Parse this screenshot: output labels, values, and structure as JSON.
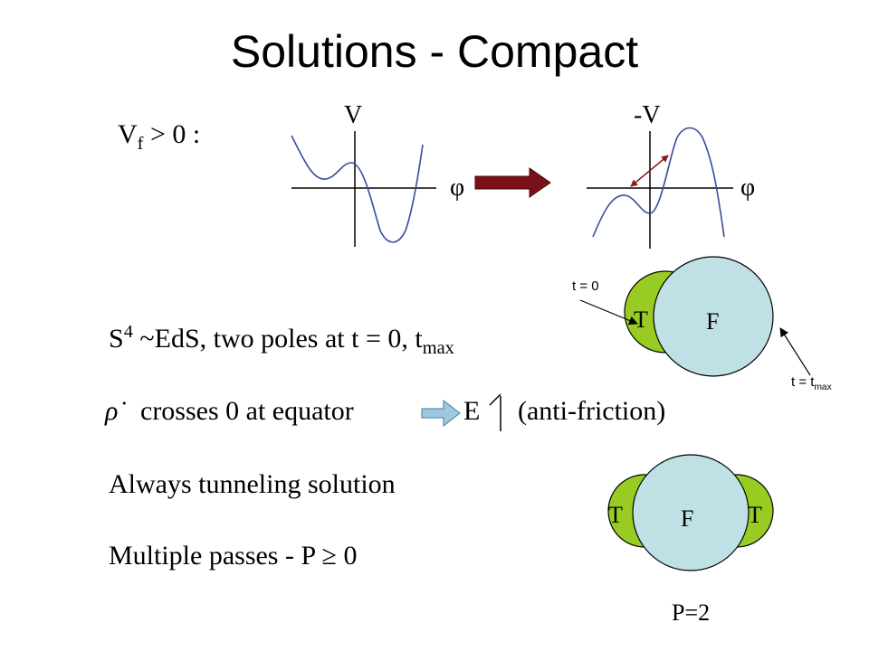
{
  "title": "Solutions - Compact",
  "condition": {
    "var": "V",
    "sub": "f",
    "rest": " > 0 :"
  },
  "plot_left": {
    "ylabel": "V",
    "xlabel": "φ"
  },
  "plot_right": {
    "ylabel": "-V",
    "xlabel": "φ"
  },
  "lines": {
    "s4_base": "S",
    "s4_sup": "4",
    "s4_rest": " ~EdS, two poles at t = 0, t",
    "s4_sub": "max",
    "rho_dot": "ρ̇",
    "crosses": "crosses 0 at equator",
    "energy": "E",
    "anti_friction": "(anti-friction)",
    "tunneling": "Always tunneling solution",
    "passes": "Multiple passes - P ≥ 0"
  },
  "diagram_top": {
    "t_label": "T",
    "f_label": "F",
    "t0_label": "t = 0",
    "tmax_base": "t = t",
    "tmax_sub": "max"
  },
  "diagram_bottom": {
    "t_left": "T",
    "f_label": "F",
    "t_right": "T",
    "p_label": "P=2"
  },
  "colors": {
    "curve": "#3a4aa0",
    "arrow_big": "#7a1018",
    "arrow_small": "#8b1a1a",
    "true_vacuum": "#99cc22",
    "false_vacuum": "#bfe0e4",
    "implies_arrow": "#9fc8e0",
    "implies_stroke": "#4a7aa0"
  }
}
